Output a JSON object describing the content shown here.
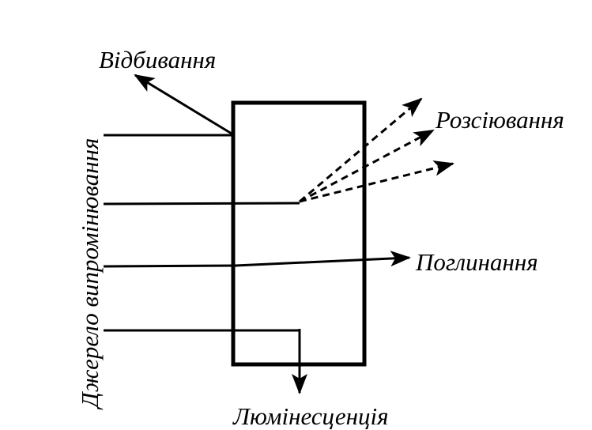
{
  "labels": {
    "reflection": "Відбивання",
    "scattering": "Розсіювання",
    "absorption": "Поглинання",
    "luminescence": "Люмінесценція",
    "source": "Джерело випромінювання"
  },
  "colors": {
    "ink": "#000000",
    "background": "#ffffff"
  }
}
